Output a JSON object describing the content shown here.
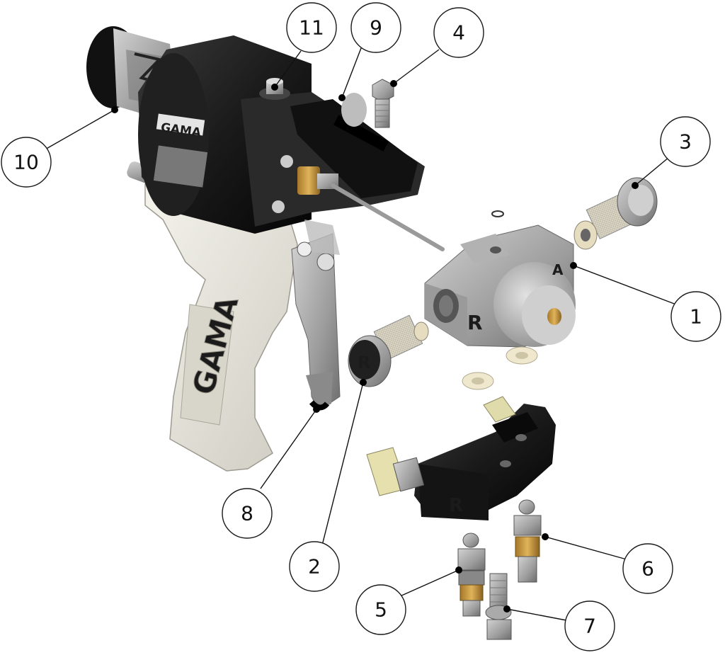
{
  "figure": {
    "brand_text": "GAMA",
    "port_label_r": "R",
    "port_label_a": "A",
    "colors": {
      "gun_body": "#1c1c1c",
      "handle": "#e6e4da",
      "metal": "#a9a9a9",
      "brass": "#c99a3d",
      "filter_mesh": "#d8d3c4",
      "washer": "#efe8cf"
    }
  },
  "callouts": [
    {
      "id": "callout-1",
      "label": "1"
    },
    {
      "id": "callout-2",
      "label": "2"
    },
    {
      "id": "callout-3",
      "label": "3"
    },
    {
      "id": "callout-4",
      "label": "4"
    },
    {
      "id": "callout-5",
      "label": "5"
    },
    {
      "id": "callout-6",
      "label": "6"
    },
    {
      "id": "callout-7",
      "label": "7"
    },
    {
      "id": "callout-8",
      "label": "8"
    },
    {
      "id": "callout-9",
      "label": "9"
    },
    {
      "id": "callout-10",
      "label": "10"
    },
    {
      "id": "callout-11",
      "label": "11"
    }
  ]
}
